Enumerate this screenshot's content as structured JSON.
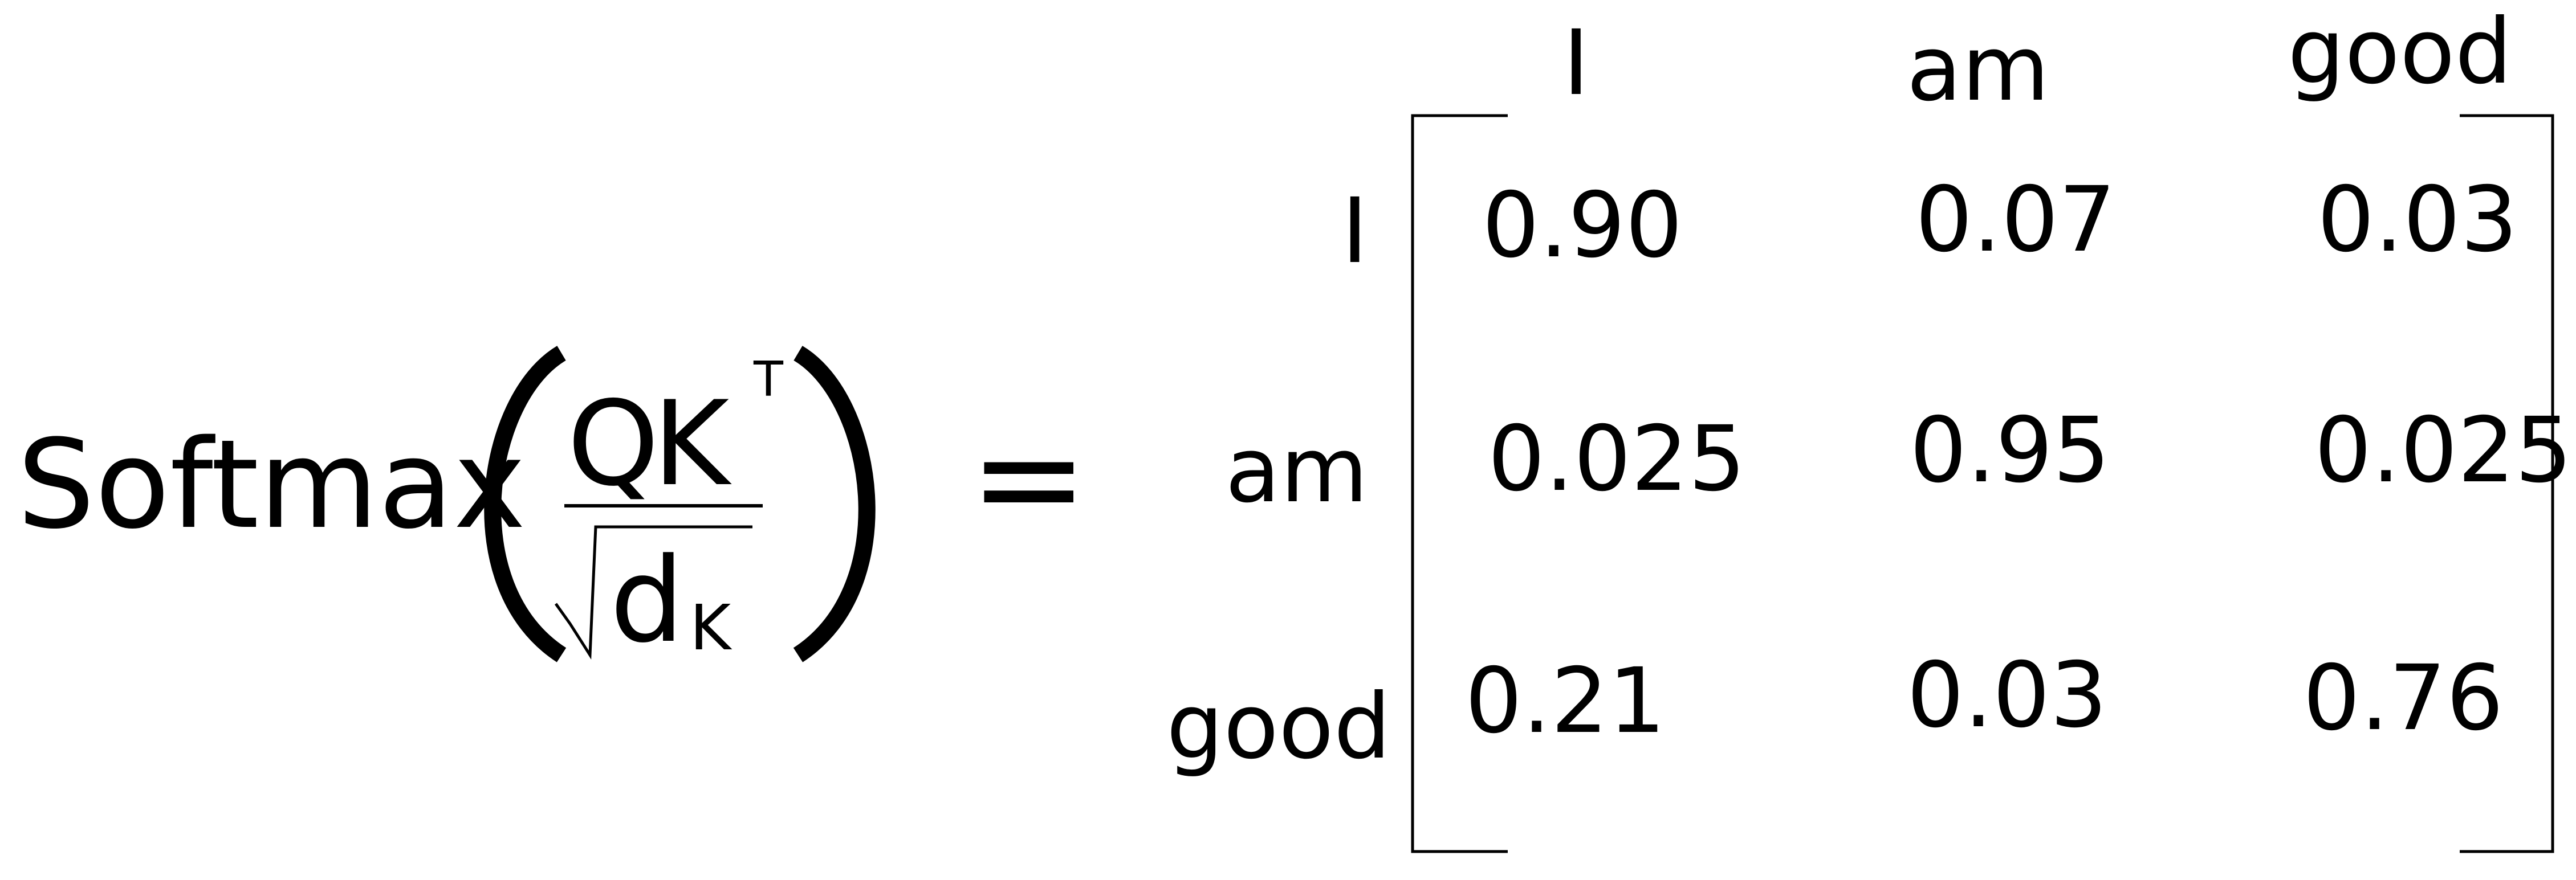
{
  "formula": {
    "function_name": "Softmax",
    "numerator_q": "Q",
    "numerator_k": "K",
    "numerator_superscript": "T",
    "denominator_d": "d",
    "denominator_subscript": "K",
    "equals": "="
  },
  "matrix": {
    "column_labels": [
      "I",
      "am",
      "good"
    ],
    "row_labels": [
      "I",
      "am",
      "good"
    ],
    "values": [
      [
        "0.90",
        "0.07",
        "0.03"
      ],
      [
        "0.025",
        "0.95",
        "0.025"
      ],
      [
        "0.21",
        "0.03",
        "0.76"
      ]
    ]
  }
}
